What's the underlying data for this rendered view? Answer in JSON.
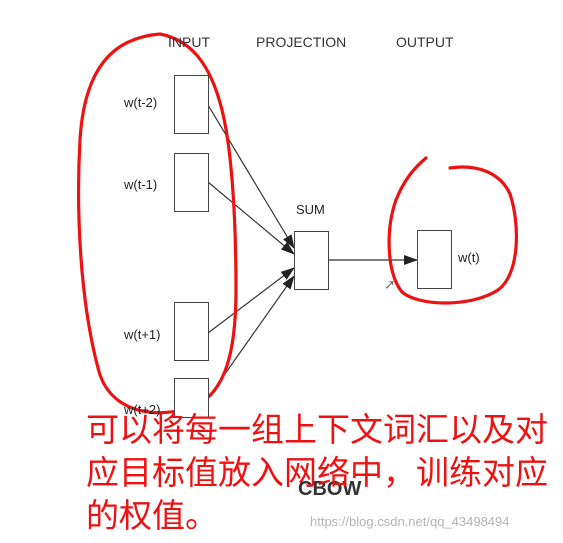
{
  "headers": {
    "input": "INPUT",
    "projection": "PROJECTION",
    "output": "OUTPUT"
  },
  "nodes": {
    "input_1": "w(t-2)",
    "input_2": "w(t-1)",
    "input_3": "w(t+1)",
    "input_4": "w(t+2)",
    "sum": "SUM",
    "output": "w(t)"
  },
  "caption": "CBOW",
  "annotation": "可以将每一组上下文词汇以及对应目标值放入网络中，训练对应的权值。",
  "watermark": "https://blog.csdn.net/qq_43498494",
  "colors": {
    "annotation": "#ee1111",
    "box_border": "#444444"
  }
}
